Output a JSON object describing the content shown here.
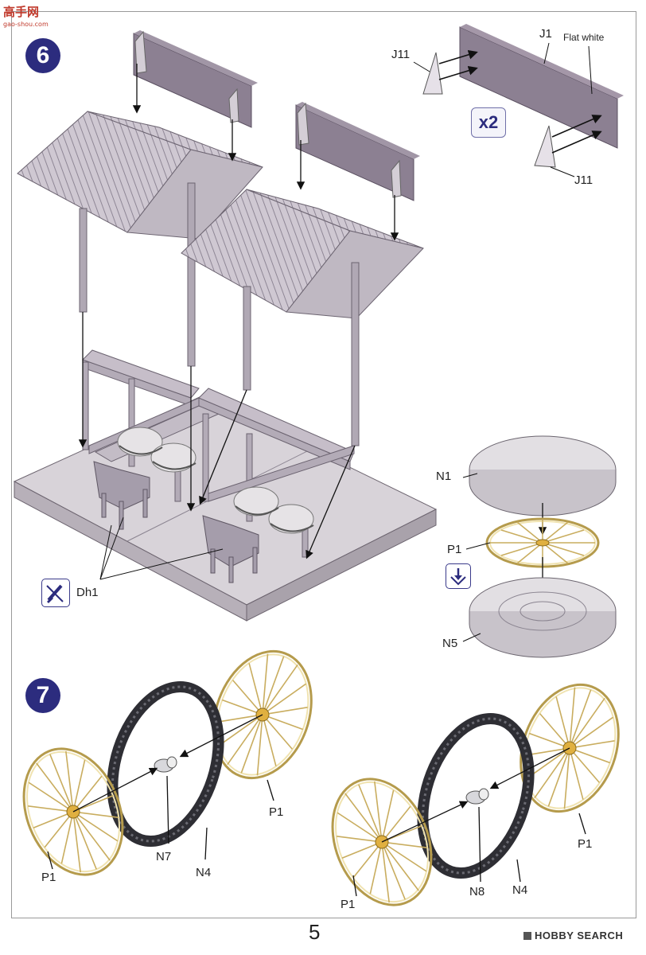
{
  "watermark_logo": {
    "site_name": "高手网",
    "url": "gao-shou.com"
  },
  "step6": {
    "number": "6",
    "x2_label": "x2",
    "labels": {
      "j1": "J1",
      "flat_white": "Flat white",
      "j11_top": "J11",
      "j11_bottom": "J11",
      "dh1": "Dh1",
      "n1": "N1",
      "p1": "P1",
      "n5": "N5"
    }
  },
  "step7": {
    "number": "7",
    "left_group": {
      "p1_front": "P1",
      "p1_back": "P1",
      "n7": "N7",
      "n4": "N4"
    },
    "right_group": {
      "p1_front": "P1",
      "p1_back": "P1",
      "n8": "N8",
      "n4": "N4"
    }
  },
  "colors": {
    "badge": "#2c2c7e",
    "structure": "#a39aa8",
    "roof": "#c9c2cc",
    "wheel": "#f0e3b0",
    "tire": "#3a3a40",
    "base": "#cfcacf"
  },
  "footer": {
    "page_number": "5",
    "brand": "HOBBY SEARCH"
  }
}
